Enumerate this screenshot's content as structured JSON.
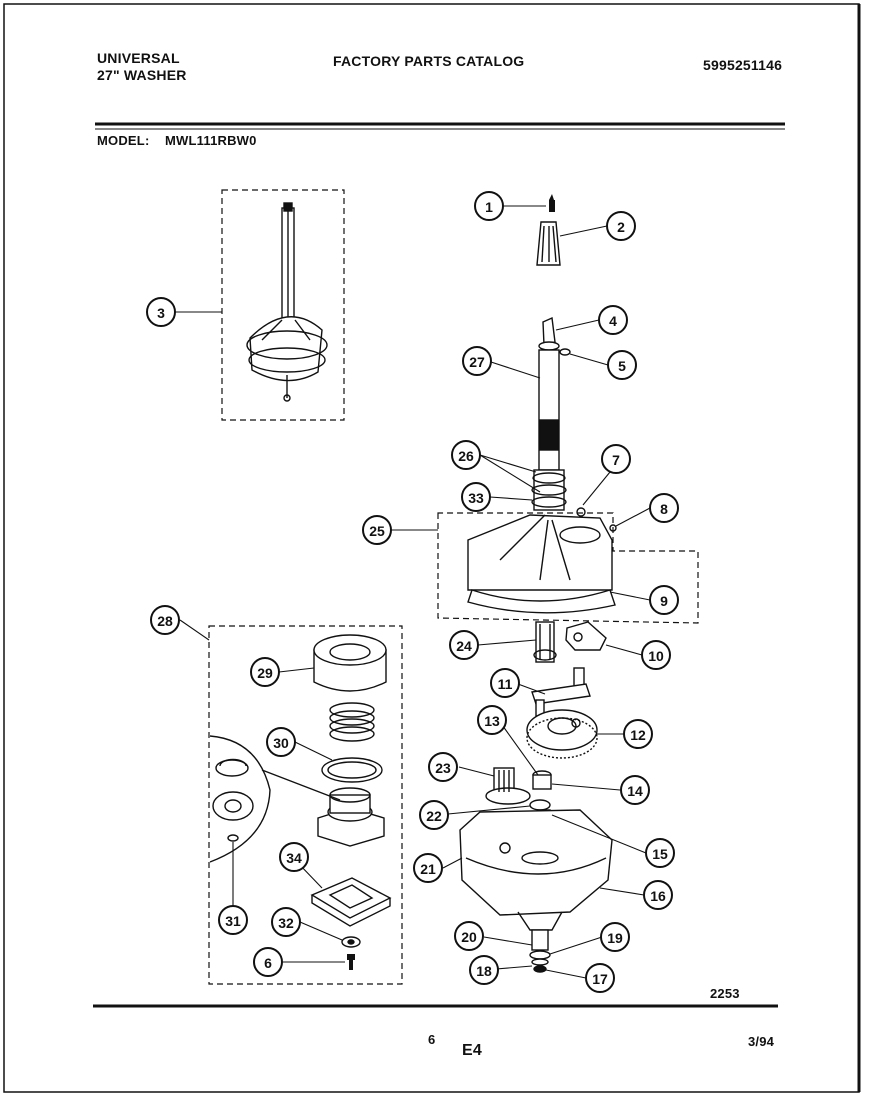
{
  "header": {
    "brand": "UNIVERSAL",
    "product": "27\" WASHER",
    "catalog_title": "FACTORY PARTS CATALOG",
    "catalog_number": "5995251146",
    "model_label": "MODEL:",
    "model_value": "MWL111RBW0"
  },
  "diagram": {
    "drawing_number": "2253",
    "callouts": [
      "1",
      "2",
      "3",
      "4",
      "5",
      "6",
      "7",
      "8",
      "9",
      "10",
      "11",
      "12",
      "13",
      "14",
      "15",
      "16",
      "17",
      "18",
      "19",
      "20",
      "21",
      "22",
      "23",
      "24",
      "25",
      "26",
      "27",
      "28",
      "29",
      "30",
      "31",
      "32",
      "33",
      "34"
    ]
  },
  "footer": {
    "page_number": "6",
    "section_code": "E4",
    "date": "3/94"
  }
}
